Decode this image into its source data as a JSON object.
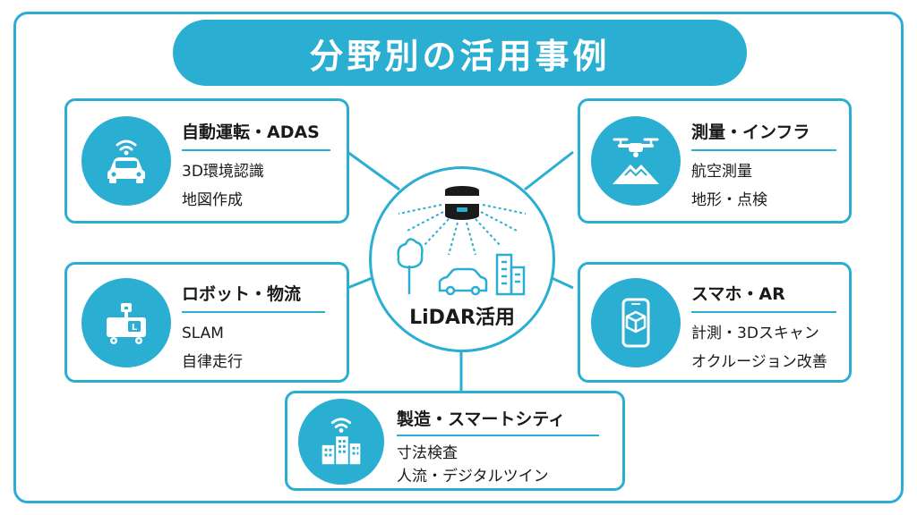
{
  "title": "分野別の活用事例",
  "hub": {
    "label": "LiDAR活用",
    "icons": [
      "lidar-sensor-icon",
      "tree-icon",
      "car-icon",
      "building-icon"
    ]
  },
  "cards": {
    "autonomous": {
      "title": "自動運転・ADAS",
      "items": [
        "3D環境認識",
        "地図作成"
      ],
      "icon": "car-wifi-icon"
    },
    "robot": {
      "title": "ロボット・物流",
      "items": [
        "SLAM",
        "自律走行"
      ],
      "icon": "robot-cart-icon"
    },
    "survey": {
      "title": "測量・インフラ",
      "items": [
        "航空測量",
        "地形・点検"
      ],
      "icon": "drone-mountain-icon"
    },
    "smartphone": {
      "title": "スマホ・AR",
      "items": [
        "計測・3Dスキャン",
        "オクルージョン改善"
      ],
      "icon": "smartphone-cube-icon"
    },
    "smartcity": {
      "title": "製造・スマートシティ",
      "items": [
        "寸法検査",
        "人流・デジタルツイン"
      ],
      "icon": "city-wifi-icon"
    }
  },
  "colors": {
    "accent": "#2aaed1",
    "text": "#1a1a1a",
    "background": "#ffffff"
  }
}
